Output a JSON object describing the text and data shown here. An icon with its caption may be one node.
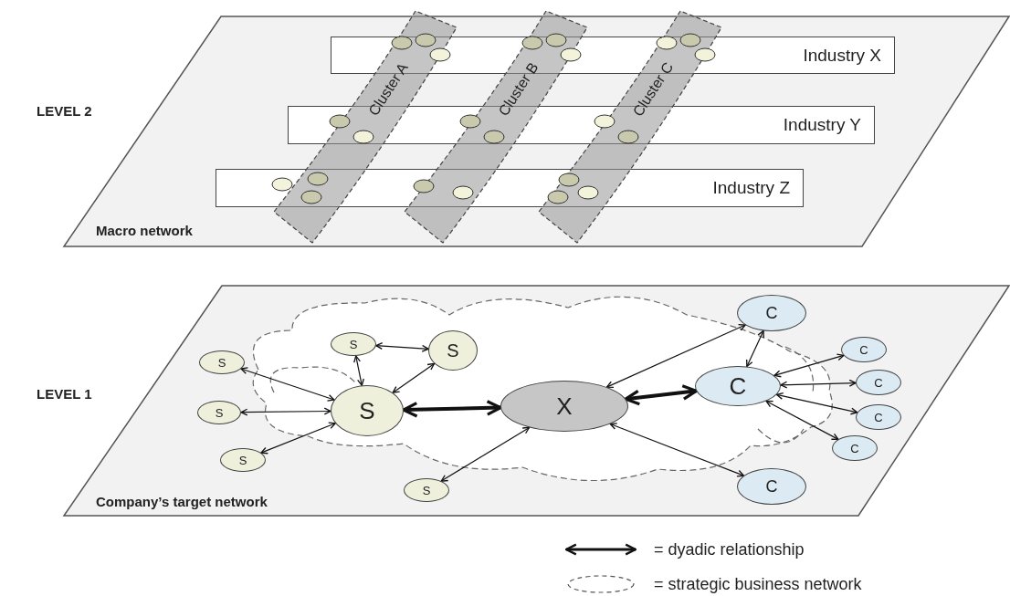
{
  "diagram": {
    "nodes": [
      {
        "text": [
          "Macro network"
        ]
      },
      {
        "text": [
          "Industry X"
        ],
        "in": 0
      },
      {
        "text": [
          "Industry Y"
        ],
        "in": 0
      },
      {
        "text": [
          "Industry Z"
        ],
        "in": 0
      },
      {
        "text": [
          "Cluster A"
        ],
        "in": 0
      },
      {
        "text": [
          "Cluster B"
        ],
        "in": 0
      },
      {
        "text": [
          "Cluster C"
        ],
        "in": 0
      },
      {
        "text": [
          "Company’s target network"
        ]
      },
      {
        "text": [
          "S"
        ],
        "in": 7
      },
      {
        "text": [
          "X"
        ],
        "in": 7
      },
      {
        "text": [
          "C"
        ],
        "in": 7
      },
      {
        "text": [
          "S"
        ],
        "in": 7
      },
      {
        "text": [
          "S"
        ],
        "in": 7
      },
      {
        "text": [
          "S"
        ],
        "in": 7
      },
      {
        "text": [
          "S"
        ],
        "in": 7
      },
      {
        "text": [
          "S"
        ],
        "in": 7
      },
      {
        "text": [
          "S"
        ],
        "in": 7
      },
      {
        "text": [
          "C"
        ],
        "in": 7
      },
      {
        "text": [
          "C"
        ],
        "in": 7
      },
      {
        "text": [
          "C"
        ],
        "in": 7
      },
      {
        "text": [
          "C"
        ],
        "in": 7
      },
      {
        "text": [
          "C"
        ],
        "in": 7
      },
      {
        "text": [
          "C"
        ],
        "in": 7
      }
    ],
    "edges": [
      {
        "from": 8,
        "to": 9,
        "arrow": "both",
        "style": "thick"
      },
      {
        "from": 9,
        "to": 10,
        "arrow": "both",
        "style": "thick"
      },
      {
        "from": 11,
        "to": 8,
        "arrow": "both"
      },
      {
        "from": 12,
        "to": 8,
        "arrow": "both"
      },
      {
        "from": 13,
        "to": 8,
        "arrow": "both"
      },
      {
        "from": 14,
        "to": 15,
        "arrow": "both"
      },
      {
        "from": 14,
        "to": 8,
        "arrow": "both"
      },
      {
        "from": 15,
        "to": 8,
        "arrow": "both"
      },
      {
        "from": 16,
        "to": 9,
        "arrow": "both"
      },
      {
        "from": 9,
        "to": 17,
        "arrow": "both"
      },
      {
        "from": 9,
        "to": 22,
        "arrow": "both"
      },
      {
        "from": 17,
        "to": 10,
        "arrow": "both"
      },
      {
        "from": 10,
        "to": 18,
        "arrow": "both"
      },
      {
        "from": 10,
        "to": 19,
        "arrow": "both"
      },
      {
        "from": 10,
        "to": 20,
        "arrow": "both"
      },
      {
        "from": 10,
        "to": 21,
        "arrow": "both"
      }
    ],
    "labels": [
      "LEVEL 2",
      "LEVEL 1"
    ],
    "legend": [
      {
        "text": "= dyadic relationship"
      },
      {
        "text": "= strategic business network"
      }
    ]
  }
}
